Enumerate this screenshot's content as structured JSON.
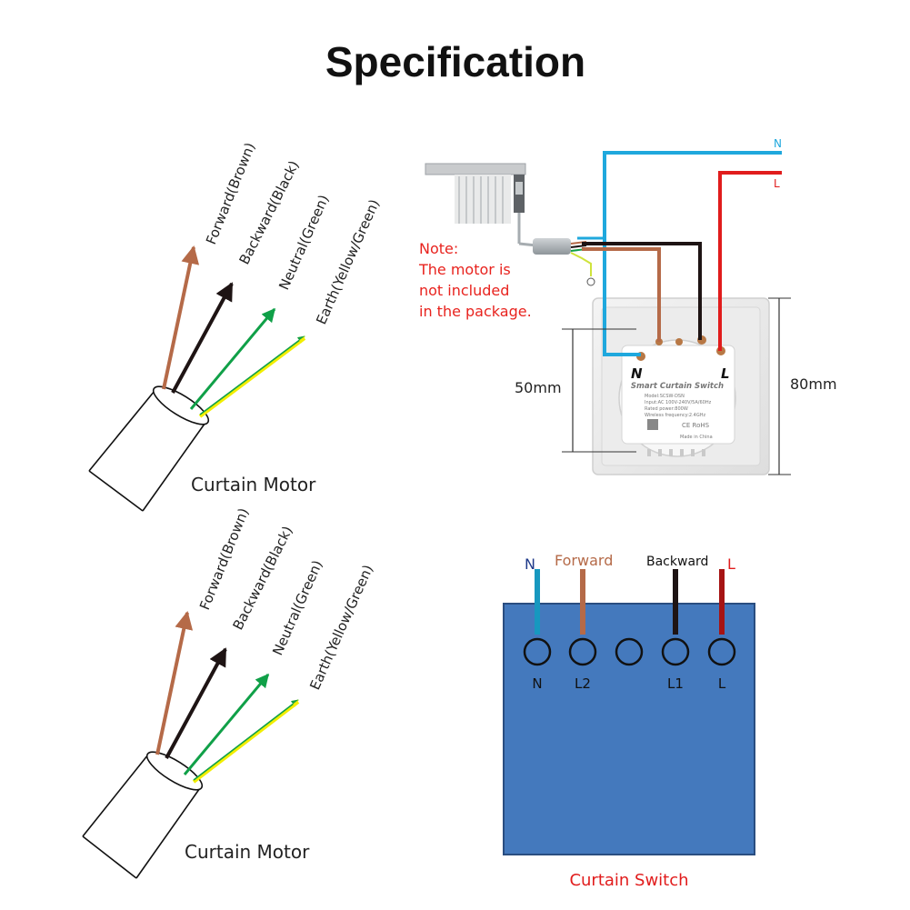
{
  "title": "Specification",
  "motor_wires": {
    "forward": "Forward(Brown)",
    "backward": "Backward(Black)",
    "neutral": "Neutral(Green)",
    "earth": "Earth(Yellow/Green)"
  },
  "motor_caption": "Curtain Motor",
  "note": {
    "line1": "Note:",
    "line2": "The motor is",
    "line3": "not included",
    "line4": "in the package."
  },
  "photo": {
    "label_n": "N",
    "label_l": "L",
    "module_n": "N",
    "module_l": "L",
    "module_title": "Smart Curtain Switch",
    "module_model": "Model:SCSW-DSN",
    "module_input": "Input:AC 100V-240V/5A/60Hz",
    "module_power": "Rated power:800W",
    "module_freq": "Wireless frequency:2.4GHz",
    "module_marks": "CE RoHS",
    "module_made": "Made in China",
    "dim_inner": "50mm",
    "dim_outer": "80mm"
  },
  "switch_diagram": {
    "wire_labels": [
      "N",
      "Forward",
      "Backward",
      "L"
    ],
    "terminals": [
      "N",
      "L2",
      "",
      "L1",
      "L"
    ],
    "caption": "Curtain Switch"
  },
  "colors": {
    "brown": "#b56a48",
    "black": "#1e1414",
    "green": "#10a048",
    "yellow": "#f2ee00",
    "blue_wire": "#1fa8dd",
    "red_wire": "#e11c1c",
    "panel_blue": "#4479bd",
    "note_red": "#e8231e"
  }
}
